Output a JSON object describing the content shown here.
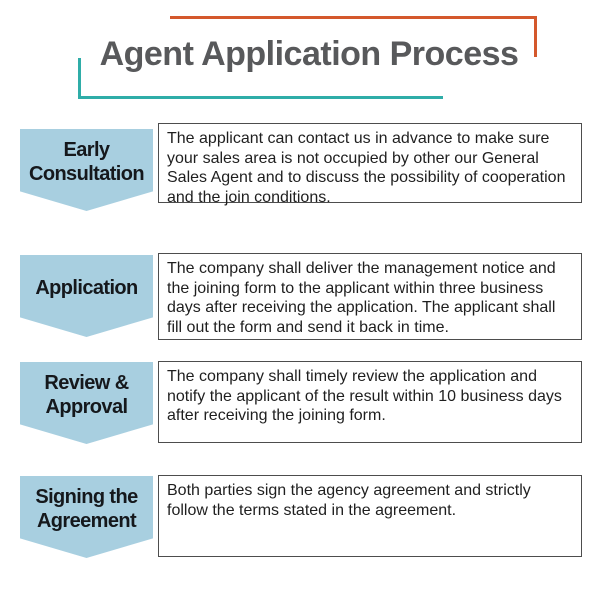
{
  "title": {
    "text": "Agent Application Process"
  },
  "colors": {
    "accent_orange": "#d4582c",
    "accent_teal": "#2fada8",
    "title_gray": "#58595b",
    "step_blue": "#a8cfe0",
    "box_border": "#4d4d4d",
    "text_dark": "#1f1f1f",
    "label_dark": "#15181c"
  },
  "steps": [
    {
      "label": "Early\nConsultation",
      "description": "The applicant can contact us in advance to make sure your sales area is not occupied by other our General Sales Agent and to discuss the possibility of cooperation and the join conditions."
    },
    {
      "label": "Application",
      "description": "The company shall deliver the management notice and the joining form to the applicant within three business days after receiving the application. The applicant shall fill out the form and send it back in time."
    },
    {
      "label": "Review &\nApproval",
      "description": "The company shall timely review the application and notify the applicant of the result within 10 business days after receiving the joining form."
    },
    {
      "label": "Signing the\nAgreement",
      "description": "Both parties sign the agency agreement and strictly follow the terms stated in the agreement."
    }
  ]
}
